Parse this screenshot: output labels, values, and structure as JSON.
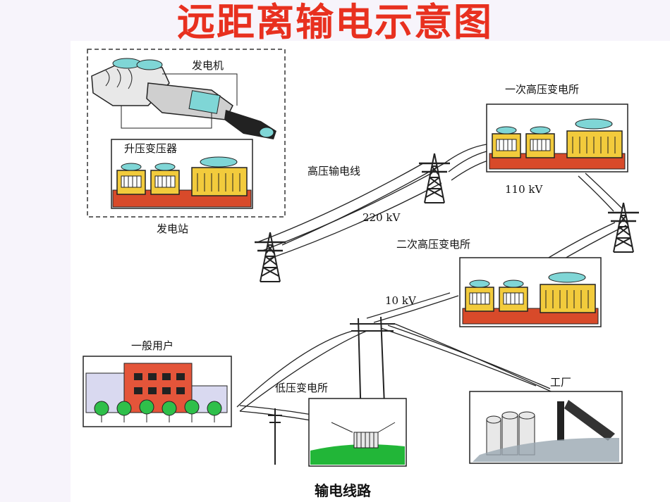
{
  "title": "远距离输电示意图",
  "labels": {
    "generator": "发电机",
    "step_up_transformer": "升压变压器",
    "power_station": "发电站",
    "hv_line": "高压输电线",
    "v220": "220 kV",
    "primary_substation": "一次高压变电所",
    "v110": "110 kV",
    "secondary_substation": "二次高压变电所",
    "v10": "10 kV",
    "ordinary_user": "一般用户",
    "low_voltage_substation": "低压变电所",
    "factory": "工厂"
  },
  "caption": "输电线路",
  "colors": {
    "title": "#e8301f",
    "transformer_body": "#f2cb3c",
    "transformer_base": "#d84a2a",
    "insulator": "#7fd6d6",
    "house": "#e4553a",
    "grass": "#22b638",
    "tree": "#2fbf4a"
  }
}
